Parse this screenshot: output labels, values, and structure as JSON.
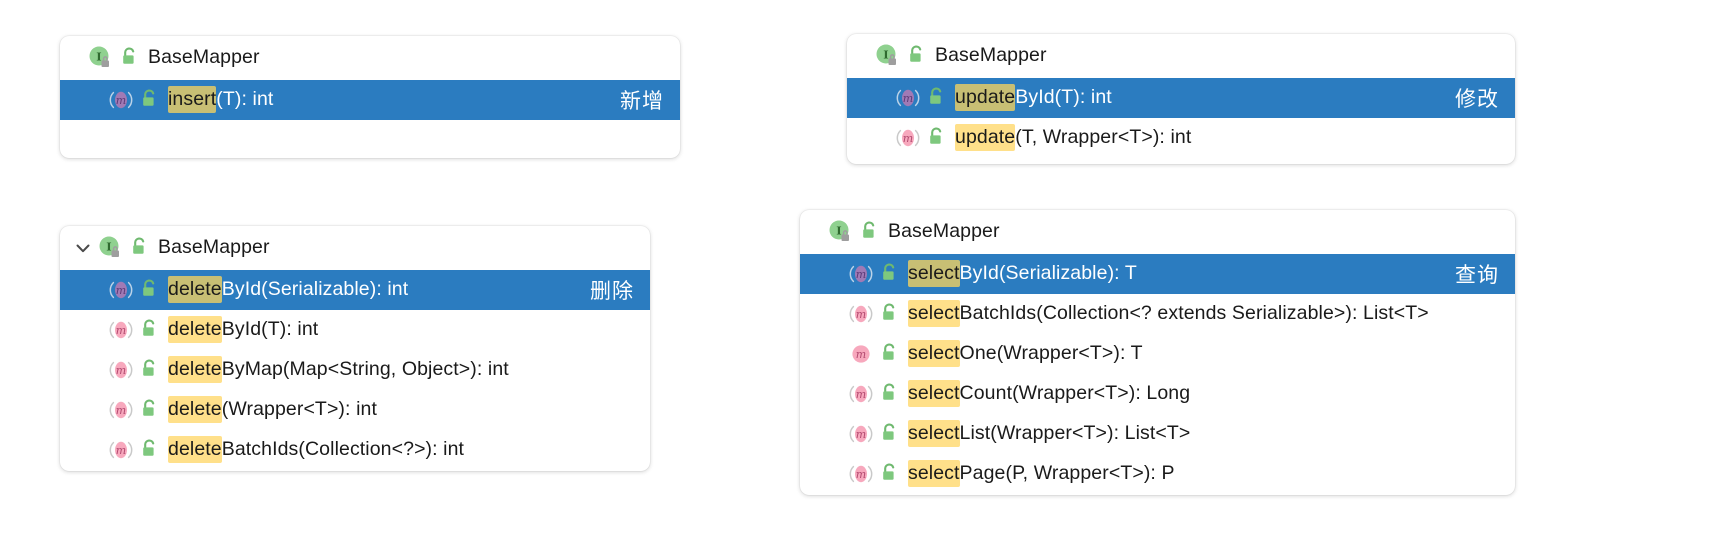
{
  "panels": [
    {
      "id": "insert-panel",
      "collapsible": false,
      "header": {
        "name": "BaseMapper",
        "iface_icon": "interface-icon",
        "lock_icon": "public-unlock-icon"
      },
      "trailing_blank_row": true,
      "rows": [
        {
          "selected": true,
          "method_icon": "method-icon",
          "lock_icon": "public-unlock-icon",
          "highlight": "insert",
          "rest": "(T): int",
          "annotation": "新增"
        }
      ]
    },
    {
      "id": "update-panel",
      "collapsible": false,
      "header": {
        "name": "BaseMapper",
        "iface_icon": "interface-icon",
        "lock_icon": "public-unlock-icon"
      },
      "trailing_blank_row": false,
      "rows": [
        {
          "selected": true,
          "method_icon": "method-icon",
          "lock_icon": "public-unlock-icon",
          "highlight": "update",
          "rest": "ById(T): int",
          "annotation": "修改"
        },
        {
          "selected": false,
          "method_icon": "method-icon",
          "lock_icon": "public-unlock-icon",
          "highlight": "update",
          "rest": "(T, Wrapper<T>): int",
          "annotation": ""
        }
      ]
    },
    {
      "id": "delete-panel",
      "collapsible": true,
      "header": {
        "name": "BaseMapper",
        "iface_icon": "interface-icon",
        "lock_icon": "public-unlock-icon",
        "chevron": "chevron-down-icon"
      },
      "trailing_blank_row": false,
      "rows": [
        {
          "selected": true,
          "method_icon": "method-icon",
          "lock_icon": "public-unlock-icon",
          "highlight": "delete",
          "rest": "ById(Serializable): int",
          "annotation": "删除"
        },
        {
          "selected": false,
          "method_icon": "method-icon",
          "lock_icon": "public-unlock-icon",
          "highlight": "delete",
          "rest": "ById(T): int",
          "annotation": ""
        },
        {
          "selected": false,
          "method_icon": "method-icon",
          "lock_icon": "public-unlock-icon",
          "highlight": "delete",
          "rest": "ByMap(Map<String, Object>): int",
          "annotation": ""
        },
        {
          "selected": false,
          "method_icon": "method-icon",
          "lock_icon": "public-unlock-icon",
          "highlight": "delete",
          "rest": "(Wrapper<T>): int",
          "annotation": ""
        },
        {
          "selected": false,
          "method_icon": "method-icon",
          "lock_icon": "public-unlock-icon",
          "highlight": "delete",
          "rest": "BatchIds(Collection<?>): int",
          "annotation": ""
        }
      ]
    },
    {
      "id": "select-panel",
      "collapsible": false,
      "header": {
        "name": "BaseMapper",
        "iface_icon": "interface-icon",
        "lock_icon": "public-unlock-icon"
      },
      "trailing_blank_row": false,
      "rows": [
        {
          "selected": true,
          "method_icon": "method-icon",
          "lock_icon": "public-unlock-icon",
          "highlight": "select",
          "rest": "ById(Serializable): T",
          "annotation": "查询"
        },
        {
          "selected": false,
          "method_icon": "method-icon",
          "lock_icon": "public-unlock-icon",
          "highlight": "select",
          "rest": "BatchIds(Collection<? extends Serializable>): List<T>",
          "annotation": ""
        },
        {
          "selected": false,
          "method_icon": "method-solid-icon",
          "lock_icon": "public-unlock-icon",
          "highlight": "select",
          "rest": "One(Wrapper<T>): T",
          "annotation": ""
        },
        {
          "selected": false,
          "method_icon": "method-icon",
          "lock_icon": "public-unlock-icon",
          "highlight": "select",
          "rest": "Count(Wrapper<T>): Long",
          "annotation": ""
        },
        {
          "selected": false,
          "method_icon": "method-icon",
          "lock_icon": "public-unlock-icon",
          "highlight": "select",
          "rest": "List(Wrapper<T>): List<T>",
          "annotation": ""
        },
        {
          "selected": false,
          "method_icon": "method-icon",
          "lock_icon": "public-unlock-icon",
          "highlight": "select",
          "rest": "Page(P, Wrapper<T>): P",
          "annotation": ""
        }
      ]
    }
  ],
  "colors": {
    "selection_blue": "#2b7cc0",
    "highlight_yellow": "#ffe08a",
    "highlight_yellow_selected": "#c8bf74",
    "interface_green": "#8fd18f",
    "lock_green": "#7ec87e",
    "method_pink": "#f7a8bd",
    "method_purple": "#a07ab5",
    "panel_bg": "#ffffff",
    "text": "#1a1a1a"
  }
}
